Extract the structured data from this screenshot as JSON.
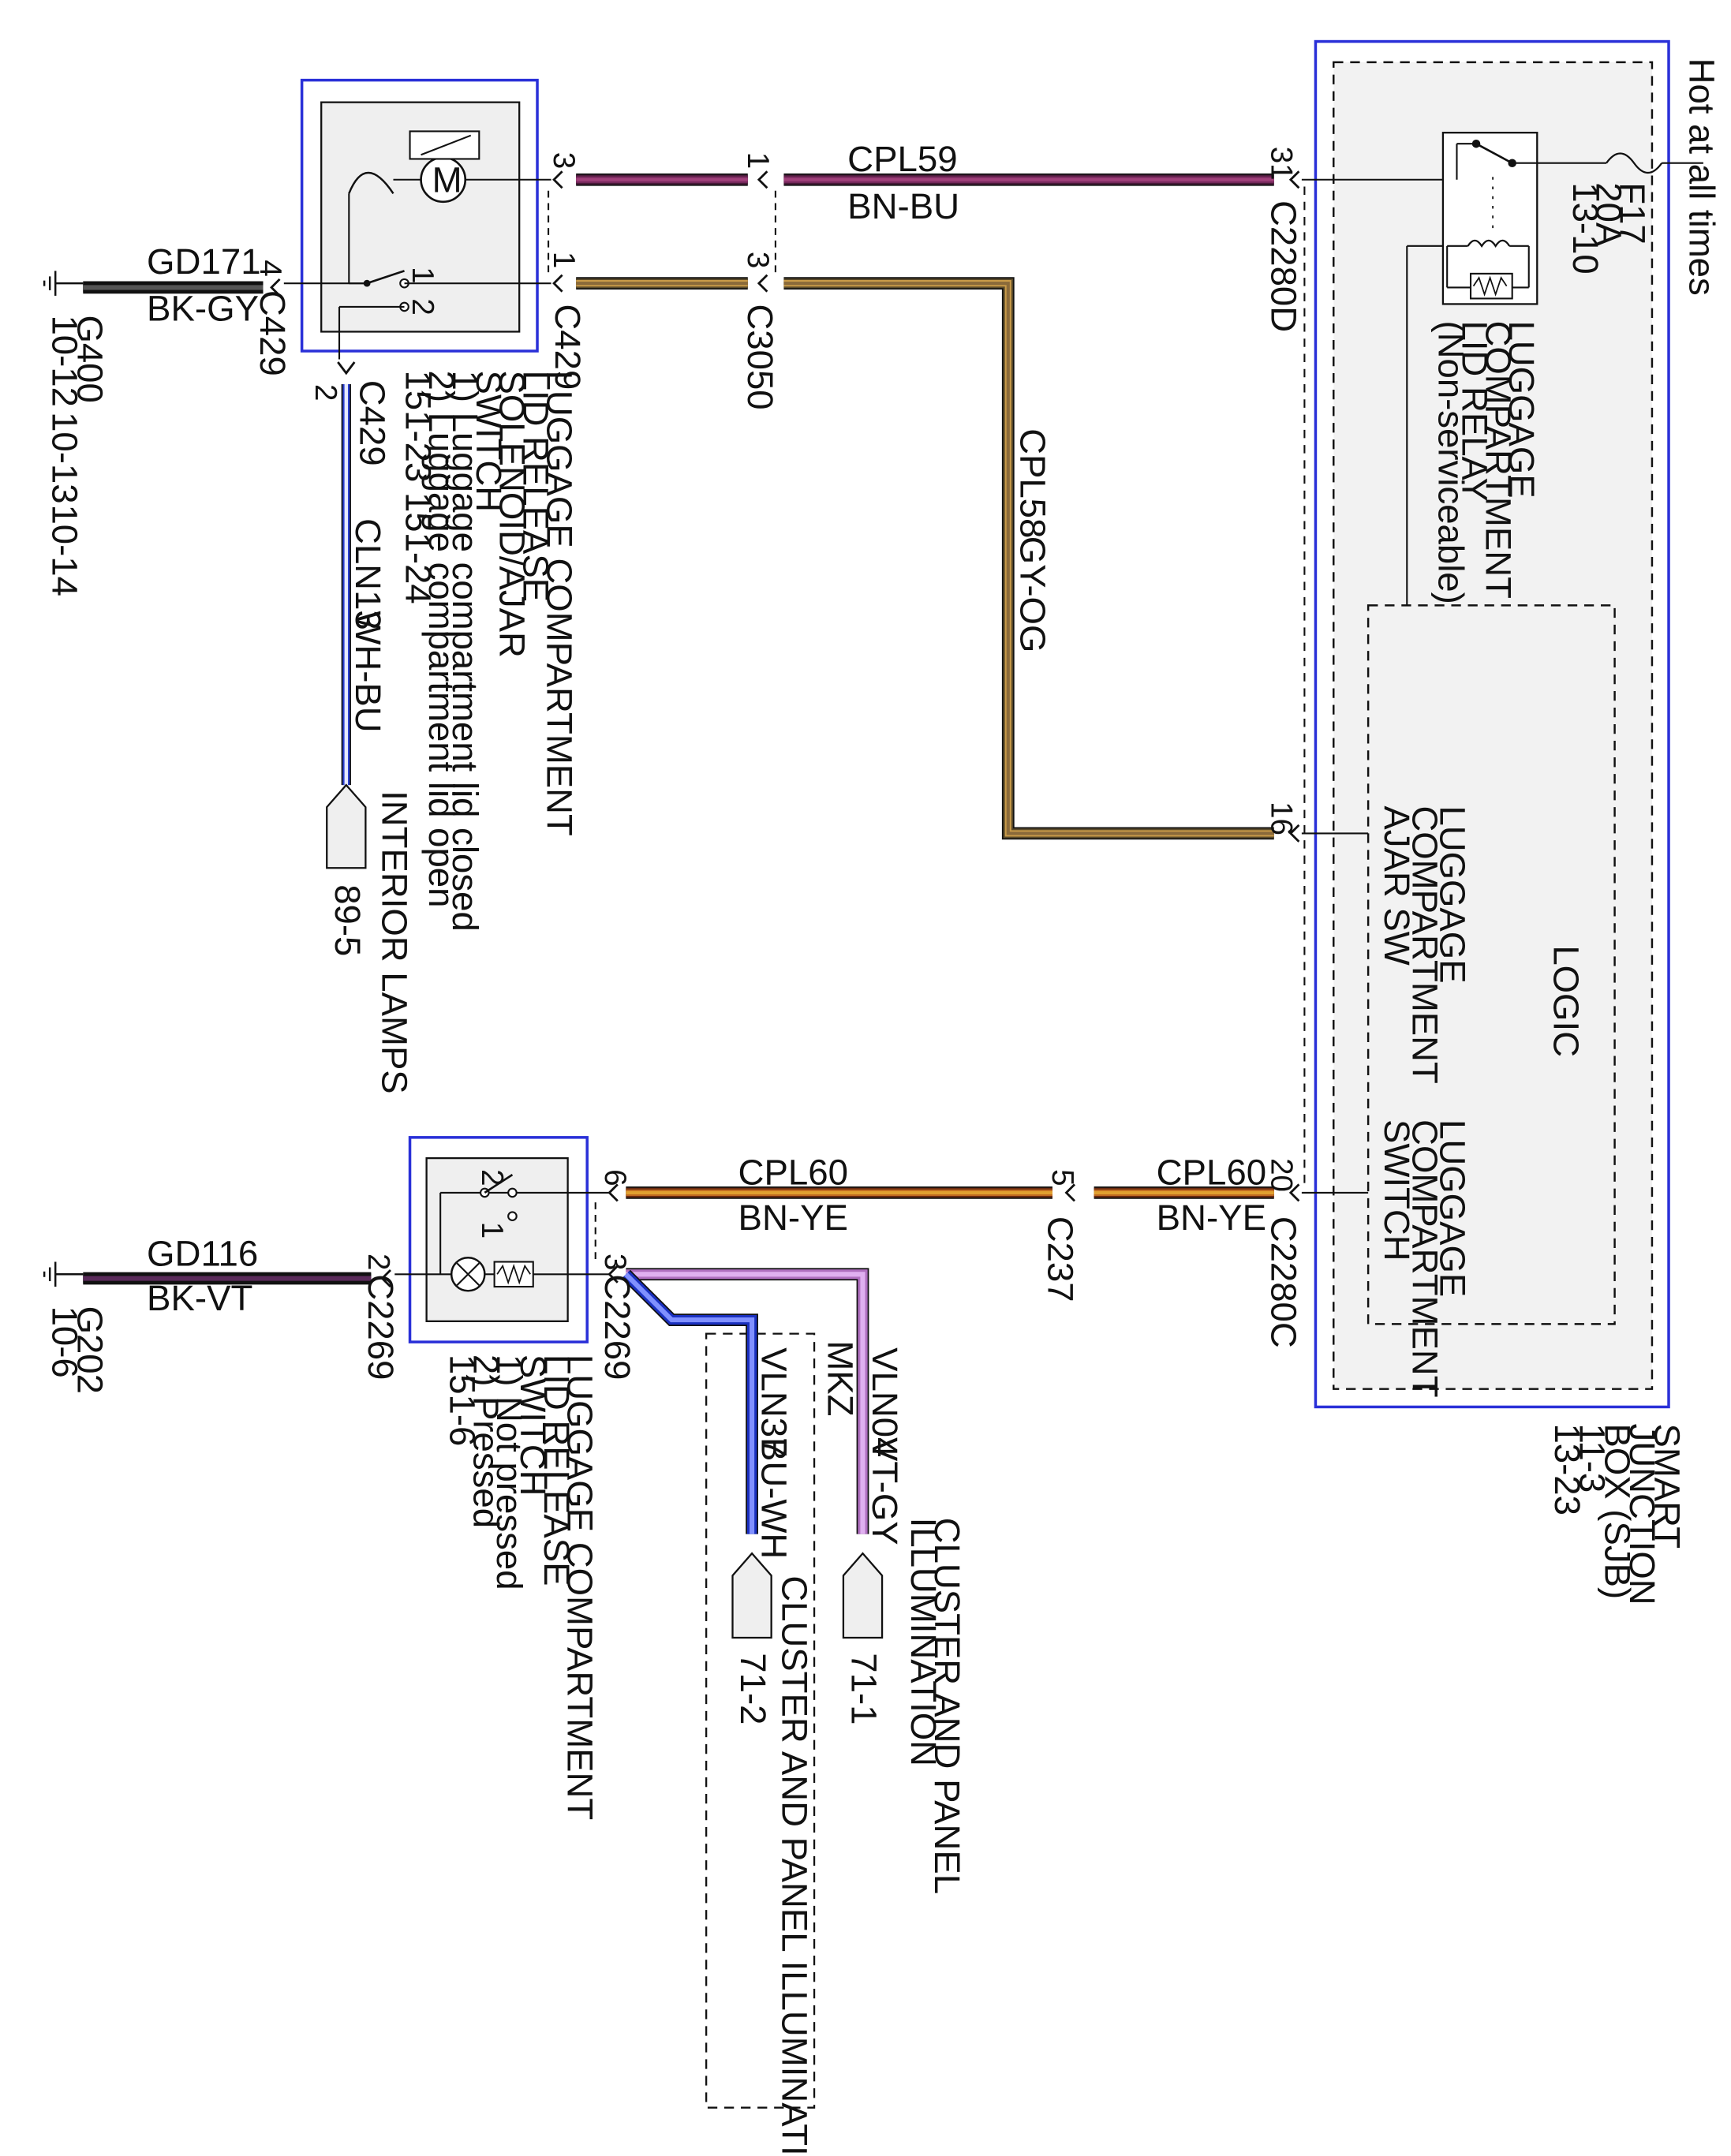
{
  "wires": {
    "cpl59": {
      "circuit": "CPL59",
      "color_code": "BN-BU",
      "colors": [
        "#4a1a3a",
        "#7b2a60",
        "#a0407a"
      ]
    },
    "cpl58": {
      "circuit": "CPL58",
      "color_code": "GY-OG",
      "colors": [
        "#5a4a2a",
        "#c89a48",
        "#8a6a3a"
      ]
    },
    "gd171": {
      "circuit": "GD171",
      "color_code": "BK-GY",
      "colors": [
        "#111111",
        "#555555"
      ]
    },
    "cln13": {
      "circuit": "CLN13",
      "color_code": "WH-BU",
      "colors": [
        "#2a3fd0",
        "#e6e9ff"
      ]
    },
    "cpl60": {
      "circuit": "CPL60",
      "color_code": "BN-YE",
      "colors": [
        "#6a2a10",
        "#c06a20",
        "#e0a030"
      ]
    },
    "gd116": {
      "circuit": "GD116",
      "color_code": "BK-VT",
      "colors": [
        "#111111",
        "#5a2a5a"
      ]
    },
    "vln04": {
      "circuit": "VLN04",
      "color_code": "VT-GY",
      "colors": [
        "#b070c0",
        "#e0b0f0"
      ]
    },
    "vln37": {
      "circuit": "VLN37",
      "color_code": "BU-WH",
      "colors": [
        "#1a30c0",
        "#8090ff"
      ]
    }
  },
  "connectors": {
    "c429": "C429",
    "c3050": "C3050",
    "c2280d": "C2280D",
    "c2280c": "C2280C",
    "c237": "C237",
    "c2269": "C2269"
  },
  "pins": {
    "p1": "1",
    "p2": "2",
    "p3": "3",
    "p4": "4",
    "p5": "5",
    "p6": "6",
    "p16": "16",
    "p20": "20",
    "p31": "31"
  },
  "grounds": {
    "g400": "G400",
    "g400_refs": [
      "10-12",
      "10-13",
      "10-14"
    ],
    "g202": "G202",
    "g202_ref": "10-6"
  },
  "components": {
    "solenoid": {
      "lines": [
        "LUGGAGE COMPARTMENT",
        "LID RELEASE",
        "SOLENOID/AJAR",
        "SWITCH",
        "1) Luggage compartment lid closed",
        "2) Luggage compartment lid open"
      ],
      "refs": "151-23   151-24",
      "motor_symbol": "M"
    },
    "release_switch": {
      "lines": [
        "LUGGAGE COMPARTMENT",
        "LID RELEASE",
        "SWITCH",
        "1) Not pressed",
        "2) Pressed"
      ],
      "refs": "151-6"
    },
    "sjb": {
      "lines": [
        "SMART",
        "JUNCTION",
        "BOX (SJB)",
        "11-3",
        "13-23"
      ],
      "logic": "LOGIC",
      "ajar_sw": [
        "LUGGAGE",
        "COMPARTMENT",
        "AJAR SW"
      ],
      "switch": [
        "LUGGAGE",
        "COMPARTMENT",
        "SWITCH"
      ]
    },
    "relay": {
      "lines": [
        "LUGGAGE",
        "COMPARTMENT",
        "LID RELAY",
        "(Non-serviceable)"
      ]
    },
    "fuse": {
      "lines": [
        "F17",
        "20A",
        "13-10"
      ],
      "hot_label": "Hot at all times"
    }
  },
  "destinations": {
    "interior_lamps": {
      "name": "INTERIOR LAMPS",
      "ref": "89-5"
    },
    "cluster_1": {
      "name_lines": [
        "CLUSTER AND PANEL",
        "ILLUMINATION"
      ],
      "ref": "71-1"
    },
    "cluster_2": {
      "name": "CLUSTER AND PANEL ILLUMINATION",
      "ref": "71-2"
    }
  },
  "variant_box_label": "MKZ",
  "accent_colors": {
    "component_outline": "#2a30d8",
    "component_fill": "#efefef"
  }
}
